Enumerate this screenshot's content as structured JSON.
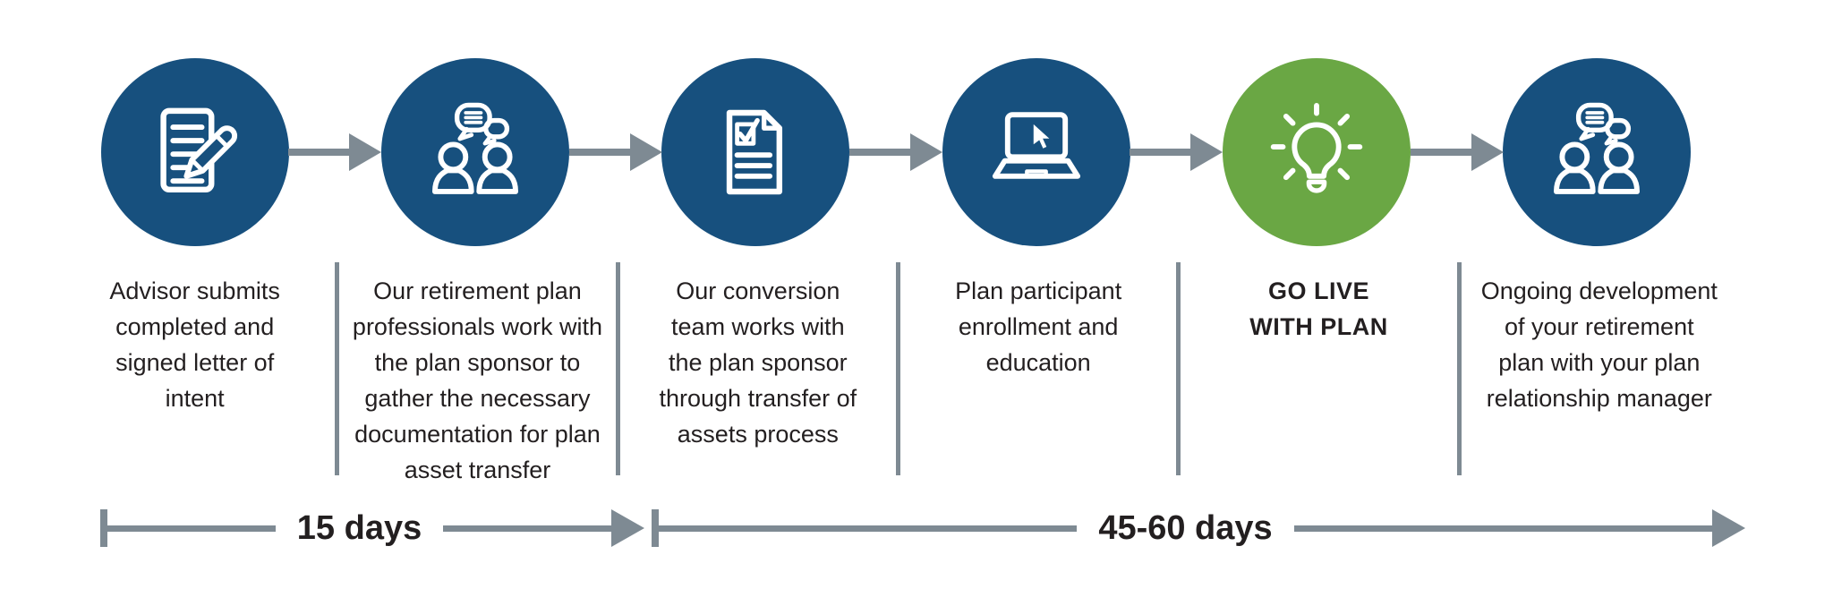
{
  "diagram": {
    "description": "Retirement plan conversion process timeline",
    "steps": [
      {
        "icon": "document-pencil-icon",
        "circle_color": "#17507E",
        "caption": "Advisor submits\ncompleted and\nsigned letter of\nintent"
      },
      {
        "icon": "people-discussion-icon",
        "circle_color": "#17507E",
        "caption": "Our retirement plan\nprofessionals work with\nthe plan sponsor to\ngather the necessary\ndocumentation for plan\nasset transfer"
      },
      {
        "icon": "checklist-document-icon",
        "circle_color": "#17507E",
        "caption": "Our conversion\nteam works with\nthe plan sponsor\nthrough transfer of\nassets process"
      },
      {
        "icon": "laptop-cursor-icon",
        "circle_color": "#17507E",
        "caption": "Plan participant\nenrollment and\neducation"
      },
      {
        "icon": "lightbulb-icon",
        "circle_color": "#6AA744",
        "caption": "GO LIVE\nWITH PLAN",
        "emphasis": true
      },
      {
        "icon": "people-discussion-icon",
        "circle_color": "#17507E",
        "caption": "Ongoing development\nof your retirement\nplan with your plan\nrelationship manager"
      }
    ],
    "timeline": {
      "segments": [
        {
          "label": "15 days"
        },
        {
          "label": "45-60 days"
        }
      ]
    },
    "colors": {
      "step_blue": "#17507E",
      "go_live_green": "#6AA744",
      "connector_gray": "#7E8A93",
      "text": "#231F20"
    }
  }
}
